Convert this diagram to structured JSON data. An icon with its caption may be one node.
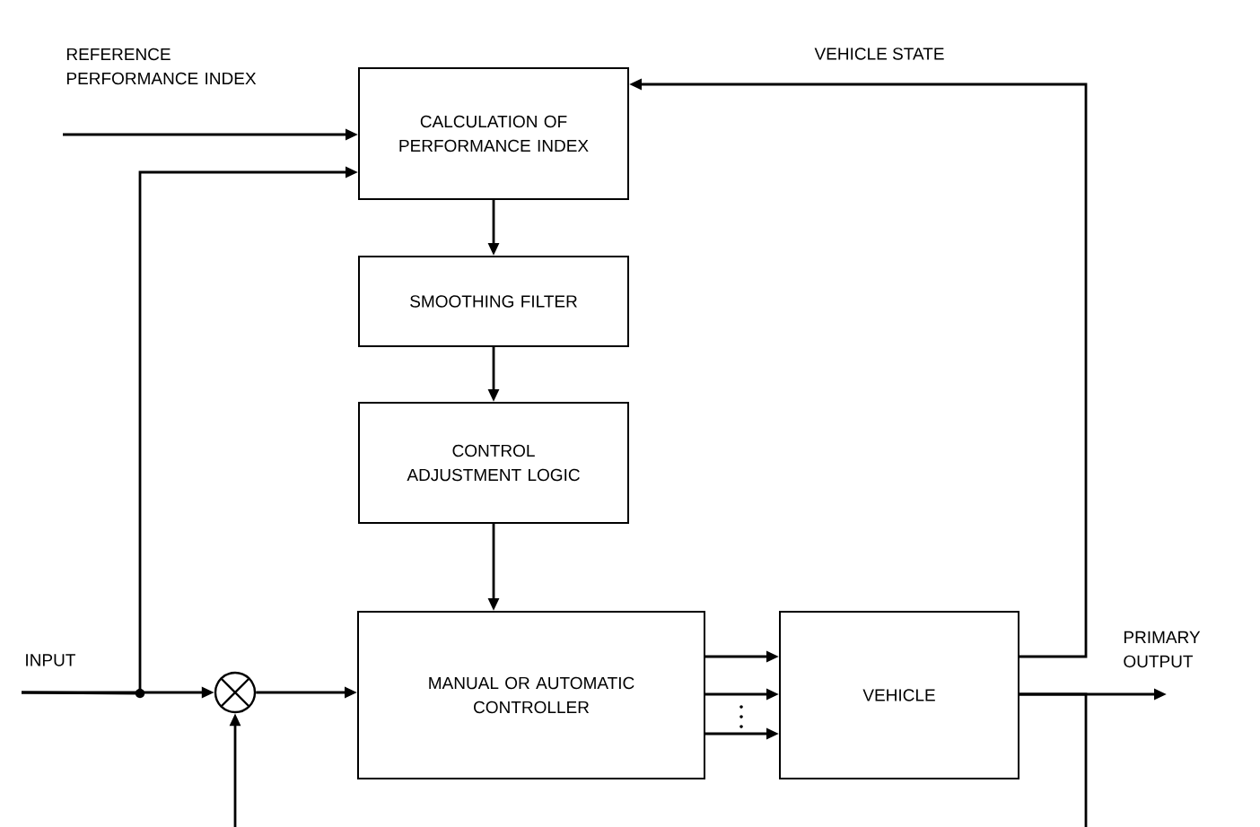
{
  "diagram": {
    "nodes": [
      {
        "text": [
          "REFERENCE PERFORMANCE INDEX"
        ]
      },
      {
        "text": [
          "CALCULATION OF PERFORMANCE INDEX"
        ]
      },
      {
        "text": [
          "SMOOTHING FILTER"
        ]
      },
      {
        "text": [
          "CONTROL ADJUSTMENT LOGIC"
        ]
      },
      {
        "text": [
          "INPUT"
        ]
      },
      {
        "text": [],
        "shape": "circle"
      },
      {
        "text": [
          "MANUAL OR AUTOMATIC CONTROLLER"
        ]
      },
      {
        "text": [
          "VEHICLE"
        ]
      },
      {
        "text": [
          "PRIMARY OUTPUT"
        ]
      }
    ],
    "edges": [
      {
        "from": 0,
        "to": 1,
        "arrow": "to"
      },
      {
        "from": 4,
        "to": 1,
        "arrow": "to"
      },
      {
        "from": 4,
        "to": 5,
        "arrow": "to"
      },
      {
        "from": 1,
        "to": 2,
        "arrow": "to"
      },
      {
        "from": 2,
        "to": 3,
        "arrow": "to"
      },
      {
        "from": 3,
        "to": 6,
        "arrow": "to"
      },
      {
        "from": 5,
        "to": 6,
        "arrow": "to"
      },
      {
        "from": 6,
        "to": 7,
        "arrow": "to"
      },
      {
        "from": 6,
        "to": 7,
        "arrow": "to"
      },
      {
        "from": 6,
        "to": 7,
        "arrow": "to"
      },
      {
        "from": 7,
        "to": 1,
        "arrow": "to",
        "label": "VEHICLE STATE"
      },
      {
        "from": 7,
        "to": 8,
        "arrow": "to"
      },
      {
        "from": null,
        "to": 5,
        "arrow": "to"
      },
      {
        "from": 7,
        "to": null,
        "arrow": "none"
      }
    ]
  }
}
